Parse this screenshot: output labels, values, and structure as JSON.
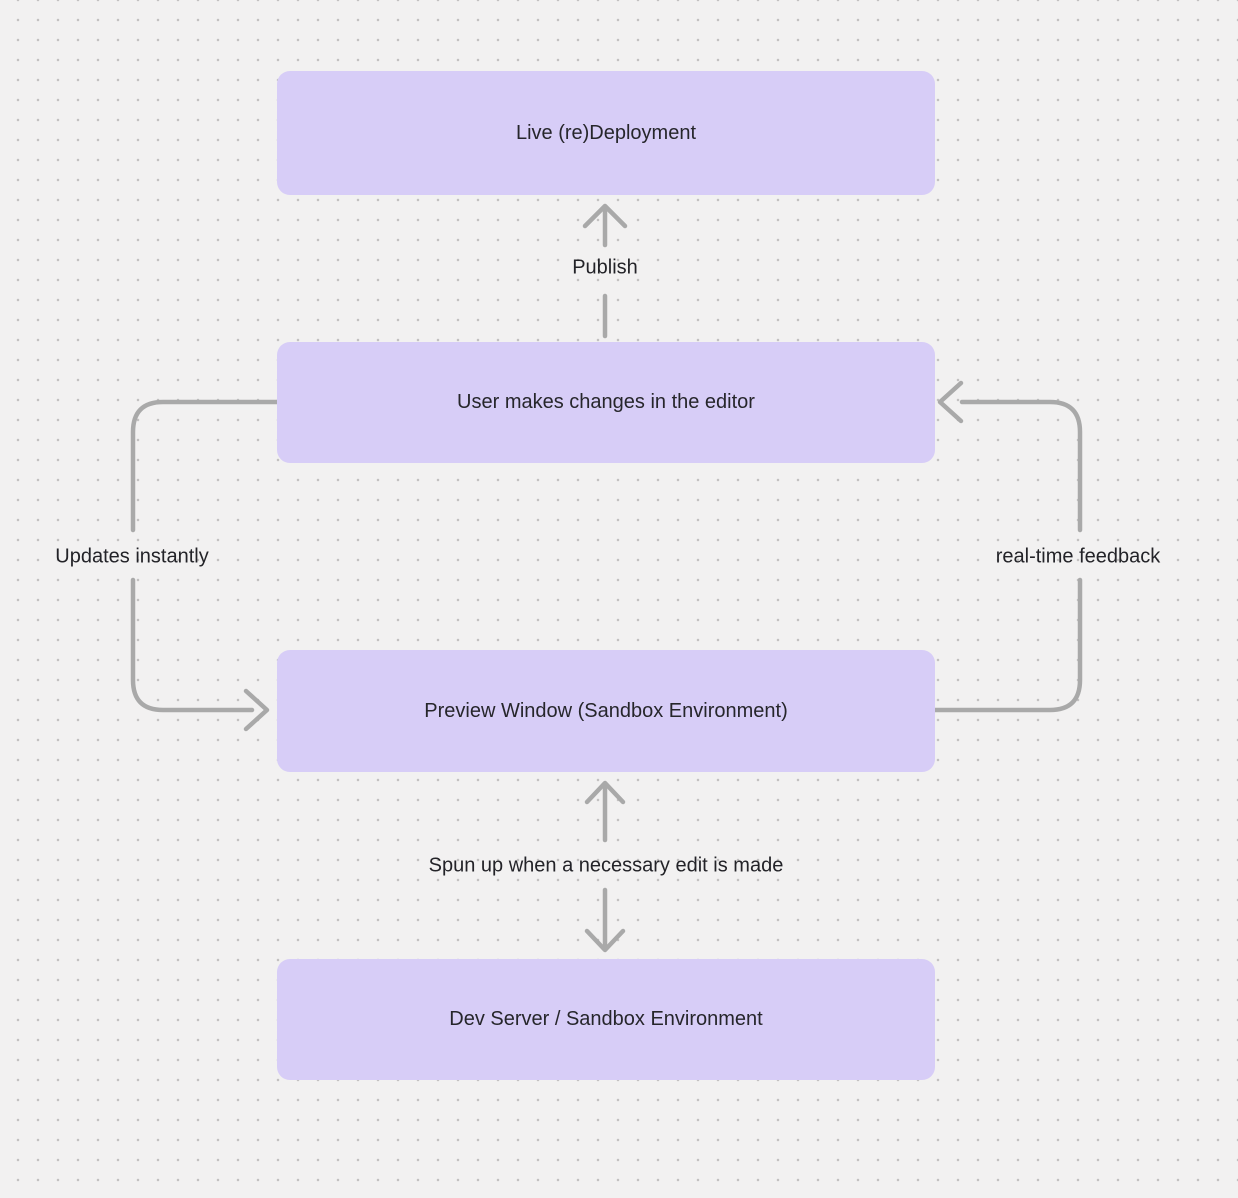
{
  "theme": {
    "canvas-bg": "#f2f1f1",
    "dot-color": "#c3c1c1",
    "node-fill": "#d7cdf7",
    "node-text": "#26262b",
    "label-text": "#232328",
    "arrow-color": "#a9a9a9"
  },
  "diagram": {
    "nodes": [
      {
        "id": "live-redeployment",
        "label": "Live (re)Deployment"
      },
      {
        "id": "user-editor",
        "label": "User makes changes in the editor"
      },
      {
        "id": "preview-window",
        "label": "Preview Window (Sandbox Environment)"
      },
      {
        "id": "dev-server",
        "label": "Dev Server / Sandbox Environment"
      }
    ],
    "edges": [
      {
        "id": "publish",
        "from": "user-editor",
        "to": "live-redeployment",
        "direction": "up",
        "label": "Publish"
      },
      {
        "id": "updates-instantly",
        "from": "user-editor",
        "to": "preview-window",
        "direction": "left-loop",
        "label": "Updates instantly"
      },
      {
        "id": "real-time-feedback",
        "from": "preview-window",
        "to": "user-editor",
        "direction": "right-loop",
        "label": "real-time feedback"
      },
      {
        "id": "spun-up",
        "from": "preview-window",
        "to": "dev-server",
        "direction": "both",
        "label": "Spun up when a necessary edit is made"
      }
    ]
  }
}
